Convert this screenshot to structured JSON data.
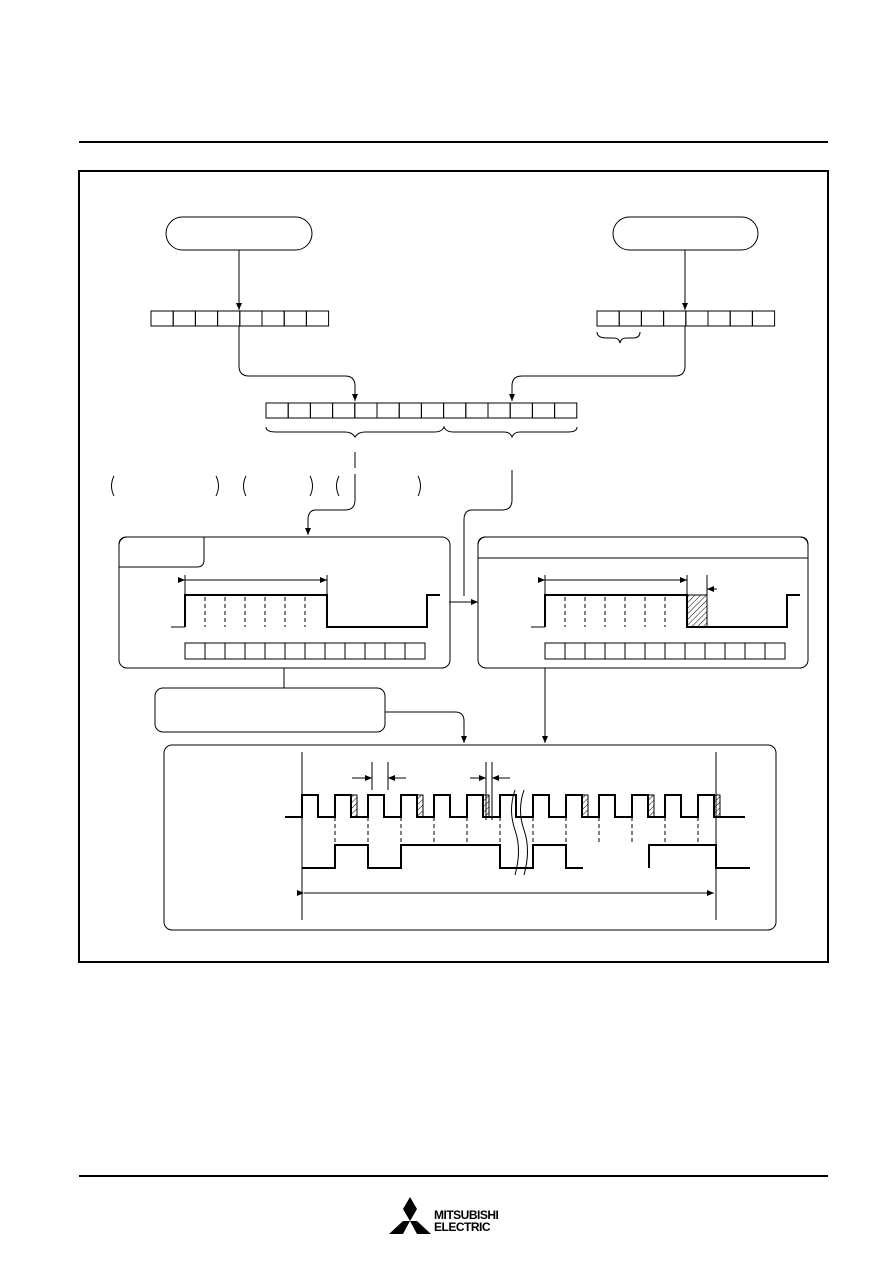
{
  "footer": {
    "brand_line1": "MITSUBISHI",
    "brand_line2": "ELECTRIC"
  },
  "diagram": {
    "left_register_bits": 8,
    "right_register_bits": 8,
    "combined_register_bits": 14,
    "counter_cells": 12,
    "pwm_cycle_count": 13,
    "hatched_pulses": [
      2,
      4,
      6,
      9,
      11,
      13
    ]
  }
}
